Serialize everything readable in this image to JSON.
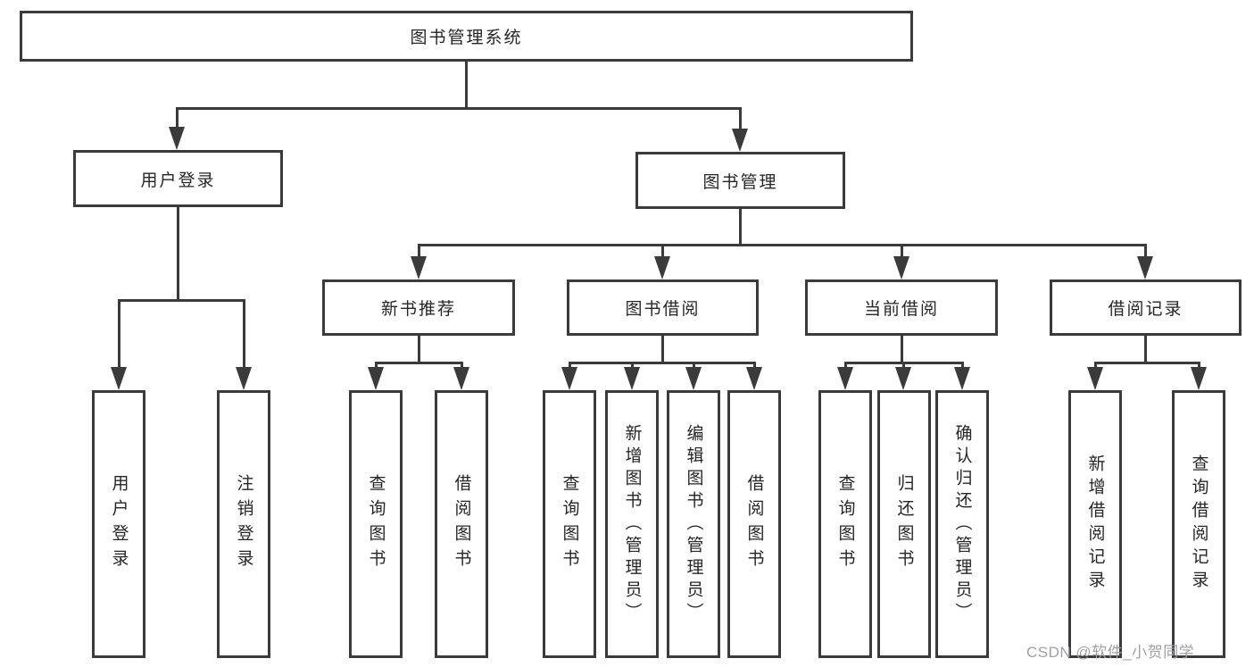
{
  "tree": {
    "root": "图书管理系统",
    "children": [
      {
        "label": "用户登录",
        "children": [
          {
            "label": "用户登录"
          },
          {
            "label": "注销登录"
          }
        ]
      },
      {
        "label": "图书管理",
        "children": [
          {
            "label": "新书推荐",
            "children": [
              {
                "label": "查询图书"
              },
              {
                "label": "借阅图书"
              }
            ]
          },
          {
            "label": "图书借阅",
            "children": [
              {
                "label": "查询图书"
              },
              {
                "label": "新增图书（管理员）"
              },
              {
                "label": "编辑图书（管理员）"
              },
              {
                "label": "借阅图书"
              }
            ]
          },
          {
            "label": "当前借阅",
            "children": [
              {
                "label": "查询图书"
              },
              {
                "label": "归还图书"
              },
              {
                "label": "确认归还（管理员）"
              }
            ]
          },
          {
            "label": "借阅记录",
            "children": [
              {
                "label": "新增借阅记录"
              },
              {
                "label": "查询借阅记录"
              }
            ]
          }
        ]
      }
    ]
  },
  "watermark": "CSDN @软件_小贺同学",
  "colors": {
    "line": "#3b3b3b",
    "text": "#262626",
    "background": "#ffffff",
    "watermark": "#a1a1a5"
  }
}
